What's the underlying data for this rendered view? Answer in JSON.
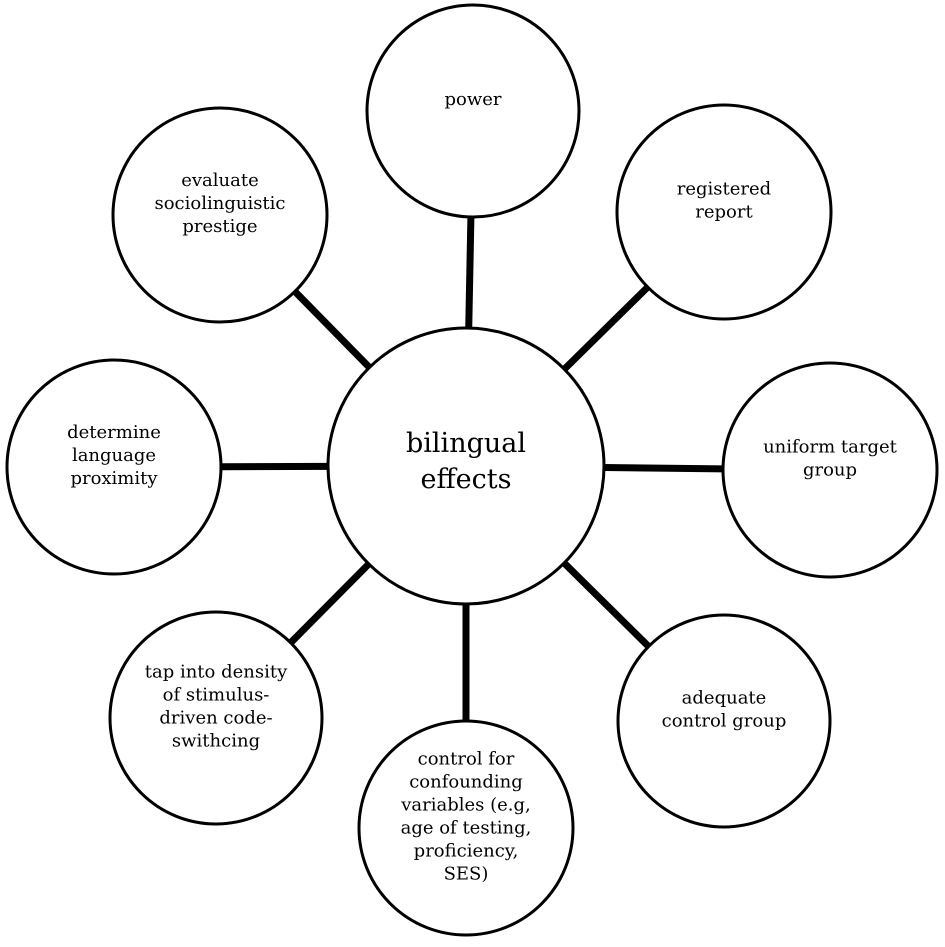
{
  "center": {
    "label_lines": [
      "bilingual",
      "effects"
    ]
  },
  "nodes": [
    {
      "id": "power",
      "label_lines": [
        "power"
      ]
    },
    {
      "id": "registered-report",
      "label_lines": [
        "registered",
        "report"
      ]
    },
    {
      "id": "uniform-target-group",
      "label_lines": [
        "uniform target",
        "group"
      ]
    },
    {
      "id": "adequate-control-group",
      "label_lines": [
        "adequate",
        "control group"
      ]
    },
    {
      "id": "control-for-confounding-variables",
      "label_lines": [
        "control for",
        "confounding",
        "variables (e.g,",
        "age of testing,",
        "proficiency,",
        "SES)"
      ]
    },
    {
      "id": "tap-into-density",
      "label_lines": [
        "tap into density",
        "of stimulus-",
        "driven code-",
        "swithcing"
      ]
    },
    {
      "id": "determine-language-proximity",
      "label_lines": [
        "determine",
        "language",
        "proximity"
      ]
    },
    {
      "id": "evaluate-sociolinguistic-prestige",
      "label_lines": [
        "evaluate",
        "sociolinguistic",
        "prestige"
      ]
    }
  ]
}
